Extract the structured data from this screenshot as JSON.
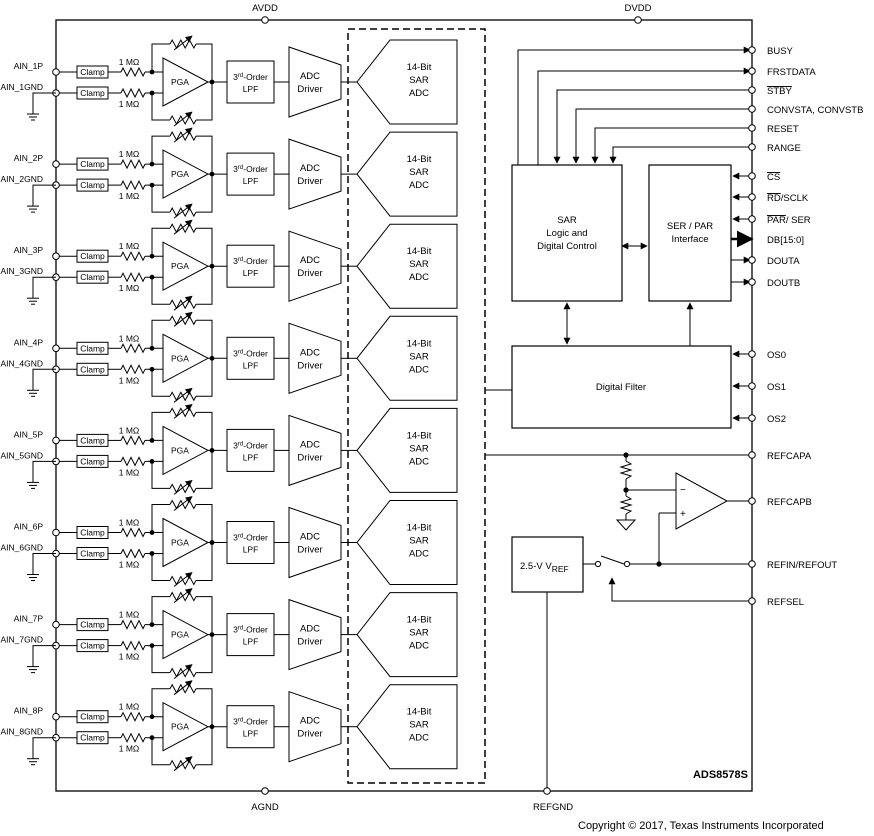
{
  "supply_pins": {
    "avdd": "AVDD",
    "dvdd": "DVDD",
    "agnd": "AGND",
    "refgnd": "REFGND"
  },
  "part_number": "ADS8578S",
  "copyright": "Copyright © 2017, Texas Instruments Incorporated",
  "channel_block": {
    "clamp": "Clamp",
    "resistor": "1 MΩ",
    "pga": "PGA",
    "lpf_line1_pre": "3",
    "lpf_line1_sup": "rd",
    "lpf_line1_post": "-Order",
    "lpf_line2": "LPF",
    "driver_line1": "ADC",
    "driver_line2": "Driver",
    "adc_line1": "14-Bit",
    "adc_line2": "SAR",
    "adc_line3": "ADC"
  },
  "channels": [
    {
      "p": "AIN_1P",
      "gnd": "AIN_1GND"
    },
    {
      "p": "AIN_2P",
      "gnd": "AIN_2GND"
    },
    {
      "p": "AIN_3P",
      "gnd": "AIN_3GND"
    },
    {
      "p": "AIN_4P",
      "gnd": "AIN_4GND"
    },
    {
      "p": "AIN_5P",
      "gnd": "AIN_5GND"
    },
    {
      "p": "AIN_6P",
      "gnd": "AIN_6GND"
    },
    {
      "p": "AIN_7P",
      "gnd": "AIN_7GND"
    },
    {
      "p": "AIN_8P",
      "gnd": "AIN_8GND"
    }
  ],
  "sar_logic": {
    "line1": "SAR",
    "line2": "Logic and",
    "line3": "Digital Control"
  },
  "interface": {
    "line1": "SER / PAR",
    "line2": "Interface"
  },
  "digital_filter": "Digital Filter",
  "vref_block": {
    "main": "2.5-V V",
    "sub": "REF"
  },
  "pins_right": [
    {
      "name": "BUSY",
      "overbar": ""
    },
    {
      "name": "FRSTDATA",
      "overbar": ""
    },
    {
      "name": "",
      "overbar": "STBY"
    },
    {
      "name": "CONVSTA, CONVSTB",
      "overbar": ""
    },
    {
      "name": "RESET",
      "overbar": ""
    },
    {
      "name": "RANGE",
      "overbar": ""
    },
    {
      "name": "",
      "overbar": "CS"
    },
    {
      "name": "/SCLK",
      "overbar": "RD"
    },
    {
      "name": "/ SER",
      "overbar": "PAR"
    },
    {
      "name": "DB[15:0]",
      "overbar": ""
    },
    {
      "name": "DOUTA",
      "overbar": ""
    },
    {
      "name": "DOUTB",
      "overbar": ""
    },
    {
      "name": "OS0",
      "overbar": ""
    },
    {
      "name": "OS1",
      "overbar": ""
    },
    {
      "name": "OS2",
      "overbar": ""
    },
    {
      "name": "REFCAPA",
      "overbar": ""
    },
    {
      "name": "REFCAPB",
      "overbar": ""
    },
    {
      "name": "REFIN/REFOUT",
      "overbar": ""
    },
    {
      "name": "REFSEL",
      "overbar": ""
    }
  ]
}
